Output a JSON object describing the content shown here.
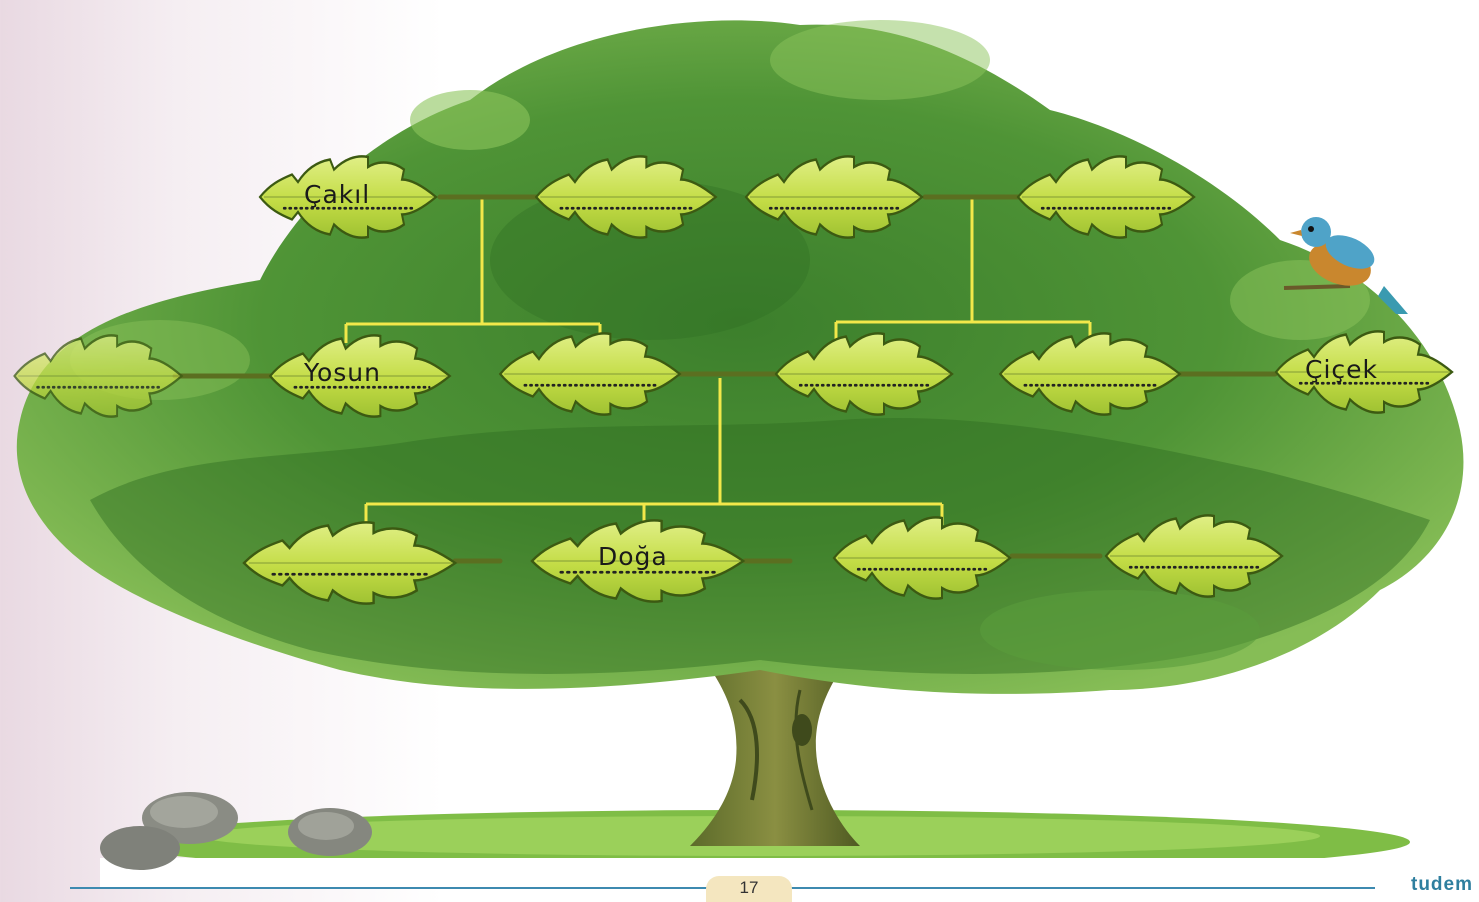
{
  "leaves": {
    "leaf_1": {
      "text": "Çakıl"
    },
    "leaf_2": {
      "text": ""
    },
    "leaf_3": {
      "text": ""
    },
    "leaf_4": {
      "text": ""
    },
    "leaf_5": {
      "text": ""
    },
    "leaf_6": {
      "text": "Yosun"
    },
    "leaf_7": {
      "text": ""
    },
    "leaf_8": {
      "text": ""
    },
    "leaf_9": {
      "text": ""
    },
    "leaf_10": {
      "text": "Çiçek"
    },
    "leaf_11": {
      "text": ""
    },
    "leaf_12": {
      "text": "Doğa"
    },
    "leaf_13": {
      "text": ""
    },
    "leaf_14": {
      "text": ""
    }
  },
  "footer": {
    "page_number": "17",
    "publisher": "tudem"
  },
  "colors": {
    "leaf_fill": "#c9e04a",
    "leaf_edge": "#3c5a12",
    "connector": "#f2e84a",
    "foliage_dark": "#3f7a2c",
    "foliage_light": "#7ab84a",
    "footer_rule": "#3d8ab0"
  }
}
